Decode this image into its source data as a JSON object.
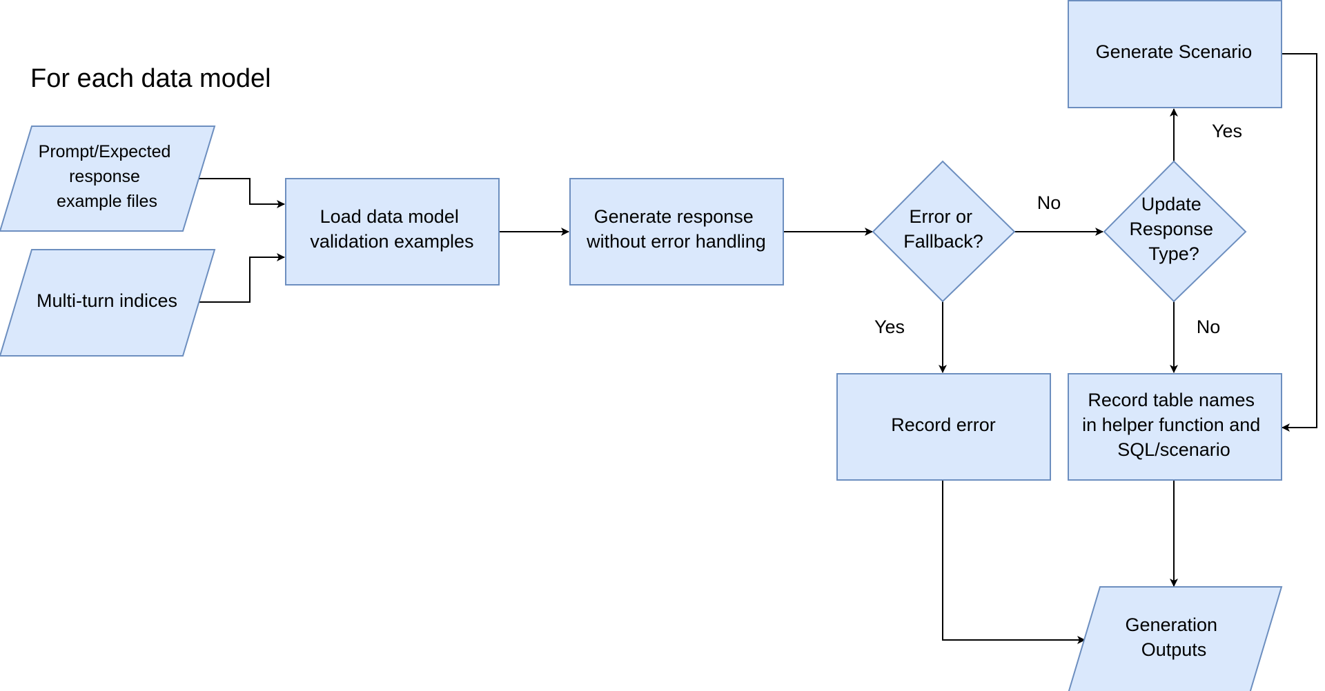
{
  "title": "For each data model",
  "nodes": {
    "prompt_files": {
      "type": "data",
      "lines": [
        "Prompt/Expected",
        "response",
        "example files"
      ]
    },
    "multi_turn": {
      "type": "data",
      "lines": [
        "Multi-turn indices"
      ]
    },
    "load_examples": {
      "type": "process",
      "lines": [
        "Load data model",
        "validation examples"
      ]
    },
    "generate_response": {
      "type": "process",
      "lines": [
        "Generate response",
        "without error handling"
      ]
    },
    "error_decision": {
      "type": "decision",
      "lines": [
        "Error or",
        "Fallback?"
      ]
    },
    "update_decision": {
      "type": "decision",
      "lines": [
        "Update",
        "Response",
        "Type?"
      ]
    },
    "generate_scenario": {
      "type": "process",
      "lines": [
        "Generate Scenario"
      ]
    },
    "record_error": {
      "type": "process",
      "lines": [
        "Record error"
      ]
    },
    "record_tables": {
      "type": "process",
      "lines": [
        "Record table names",
        "in helper function and",
        "SQL/scenario"
      ]
    },
    "generation_outputs": {
      "type": "data",
      "lines": [
        "Generation",
        "Outputs"
      ]
    }
  },
  "edge_labels": {
    "error_no": "No",
    "error_yes": "Yes",
    "update_yes": "Yes",
    "update_no": "No"
  },
  "colors": {
    "fill": "#dae8fc",
    "stroke": "#6c8ebf",
    "edge": "#000000"
  }
}
